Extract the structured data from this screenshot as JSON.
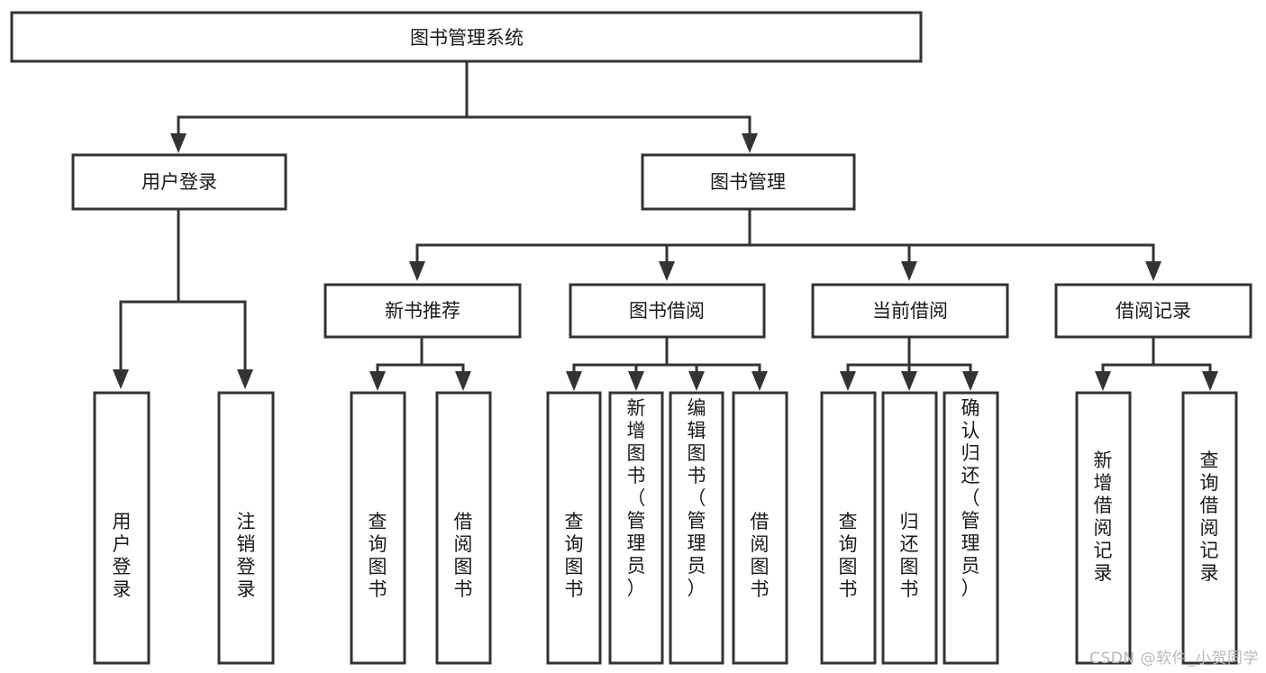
{
  "diagram": {
    "title": "图书管理系统",
    "type": "tree",
    "orientation": "top-down",
    "colors": {
      "box_stroke": "#333333",
      "box_fill": "#ffffff",
      "text": "#1a1a1a",
      "connector": "#333333",
      "watermark": "#b9b9b9",
      "background": "#ffffff"
    },
    "levels": [
      {
        "level": 1,
        "nodes": [
          {
            "id": "root",
            "label": "图书管理系统",
            "orientation": "horizontal"
          }
        ]
      },
      {
        "level": 2,
        "nodes": [
          {
            "id": "login",
            "label": "用户登录",
            "orientation": "horizontal",
            "parent": "root"
          },
          {
            "id": "bookmgmt",
            "label": "图书管理",
            "orientation": "horizontal",
            "parent": "root"
          }
        ]
      },
      {
        "level": 3,
        "nodes": [
          {
            "id": "newbook",
            "label": "新书推荐",
            "orientation": "horizontal",
            "parent": "bookmgmt"
          },
          {
            "id": "borrow",
            "label": "图书借阅",
            "orientation": "horizontal",
            "parent": "bookmgmt"
          },
          {
            "id": "current",
            "label": "当前借阅",
            "orientation": "horizontal",
            "parent": "bookmgmt"
          },
          {
            "id": "records",
            "label": "借阅记录",
            "orientation": "horizontal",
            "parent": "bookmgmt"
          }
        ]
      },
      {
        "level": 4,
        "nodes": [
          {
            "id": "leaf-user-login",
            "label": "用户登录",
            "orientation": "vertical",
            "parent": "login"
          },
          {
            "id": "leaf-user-logout",
            "label": "注销登录",
            "orientation": "vertical",
            "parent": "login"
          },
          {
            "id": "leaf-query-book-1",
            "label": "查询图书",
            "orientation": "vertical",
            "parent": "newbook"
          },
          {
            "id": "leaf-borrow-book-1",
            "label": "借阅图书",
            "orientation": "vertical",
            "parent": "newbook"
          },
          {
            "id": "leaf-query-book-2",
            "label": "查询图书",
            "orientation": "vertical",
            "parent": "borrow"
          },
          {
            "id": "leaf-add-book",
            "label": "新增图书（管理员）",
            "orientation": "vertical",
            "parent": "borrow"
          },
          {
            "id": "leaf-edit-book",
            "label": "编辑图书（管理员）",
            "orientation": "vertical",
            "parent": "borrow"
          },
          {
            "id": "leaf-borrow-book-2",
            "label": "借阅图书",
            "orientation": "vertical",
            "parent": "borrow"
          },
          {
            "id": "leaf-query-book-3",
            "label": "查询图书",
            "orientation": "vertical",
            "parent": "current"
          },
          {
            "id": "leaf-return-book",
            "label": "归还图书",
            "orientation": "vertical",
            "parent": "current"
          },
          {
            "id": "leaf-confirm-return",
            "label": "确认归还（管理员）",
            "orientation": "vertical",
            "parent": "current"
          },
          {
            "id": "leaf-add-record",
            "label": "新增借阅记录",
            "orientation": "vertical",
            "parent": "records"
          },
          {
            "id": "leaf-query-record",
            "label": "查询借阅记录",
            "orientation": "vertical",
            "parent": "records"
          }
        ]
      }
    ]
  },
  "watermark": {
    "text": "CSDN @软件_小贺同学"
  }
}
